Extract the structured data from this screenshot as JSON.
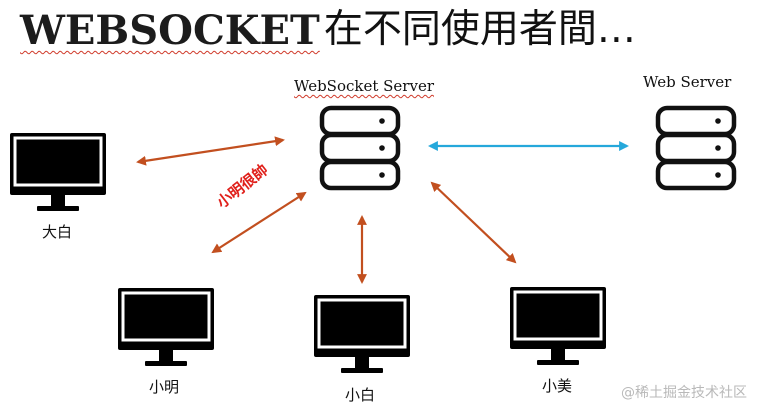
{
  "title": {
    "en": "WEBSOCKET",
    "zh": "在不同使用者間…"
  },
  "servers": {
    "websocket": "WebSocket Server",
    "web": "Web Server"
  },
  "clients": {
    "dabai": "大白",
    "xiaoming": "小明",
    "xiaobai": "小白",
    "xiaomei": "小美"
  },
  "message_label": "小明很帥",
  "watermark": "@稀土掘金技术社区",
  "colors": {
    "client_link": "#c24f1f",
    "server_link": "#25a8db",
    "message": "#e0201b"
  },
  "icons": {
    "server": "database-server-icon",
    "client": "monitor-icon"
  }
}
